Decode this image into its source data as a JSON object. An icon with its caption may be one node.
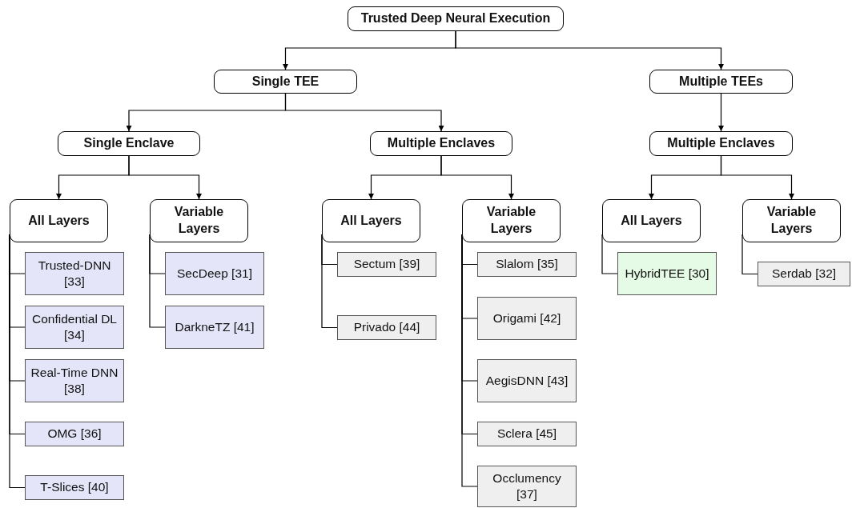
{
  "diagram": {
    "nodes": [
      {
        "text": [
          "Trusted Deep Neural Execution"
        ]
      },
      {
        "text": [
          "Single TEE"
        ]
      },
      {
        "text": [
          "Multiple TEEs"
        ]
      },
      {
        "text": [
          "Single Enclave"
        ]
      },
      {
        "text": [
          "Multiple Enclaves"
        ]
      },
      {
        "text": [
          "Multiple Enclaves"
        ]
      },
      {
        "text": [
          "All Layers"
        ]
      },
      {
        "text": [
          "Variable Layers"
        ]
      },
      {
        "text": [
          "Trusted-DNN [33]"
        ]
      },
      {
        "text": [
          "Confidential DL [34]"
        ]
      },
      {
        "text": [
          "Real-Time DNN [38]"
        ]
      },
      {
        "text": [
          "OMG [36]"
        ]
      },
      {
        "text": [
          "T-Slices [40]"
        ]
      },
      {
        "text": [
          "SecDeep [31]"
        ]
      },
      {
        "text": [
          "DarkneTZ [41]"
        ]
      },
      {
        "text": [
          "All Layers"
        ]
      },
      {
        "text": [
          "Variable Layers"
        ]
      },
      {
        "text": [
          "Sectum [39]"
        ]
      },
      {
        "text": [
          "Privado [44]"
        ]
      },
      {
        "text": [
          "Slalom [35]"
        ]
      },
      {
        "text": [
          "Origami [42]"
        ]
      },
      {
        "text": [
          "AegisDNN [43]"
        ]
      },
      {
        "text": [
          "Sclera [45]"
        ]
      },
      {
        "text": [
          "Occlumency [37]"
        ]
      },
      {
        "text": [
          "All Layers"
        ]
      },
      {
        "text": [
          "Variable Layers"
        ]
      },
      {
        "text": [
          "HybridTEE [30]"
        ]
      },
      {
        "text": [
          "Serdab [32]"
        ]
      }
    ],
    "edges": [
      {
        "from": 0,
        "to": 1,
        "arrow": "to"
      },
      {
        "from": 0,
        "to": 2,
        "arrow": "to"
      },
      {
        "from": 1,
        "to": 3,
        "arrow": "to"
      },
      {
        "from": 1,
        "to": 4,
        "arrow": "to"
      },
      {
        "from": 2,
        "to": 5,
        "arrow": "to"
      },
      {
        "from": 3,
        "to": 6,
        "arrow": "to"
      },
      {
        "from": 3,
        "to": 7,
        "arrow": "to"
      },
      {
        "from": 4,
        "to": 15,
        "arrow": "to"
      },
      {
        "from": 4,
        "to": 16,
        "arrow": "to"
      },
      {
        "from": 5,
        "to": 24,
        "arrow": "to"
      },
      {
        "from": 5,
        "to": 25,
        "arrow": "to"
      },
      {
        "from": 6,
        "to": 8,
        "arrow": "none"
      },
      {
        "from": 6,
        "to": 9,
        "arrow": "none"
      },
      {
        "from": 6,
        "to": 10,
        "arrow": "none"
      },
      {
        "from": 6,
        "to": 11,
        "arrow": "none"
      },
      {
        "from": 6,
        "to": 12,
        "arrow": "none"
      },
      {
        "from": 7,
        "to": 13,
        "arrow": "none"
      },
      {
        "from": 7,
        "to": 14,
        "arrow": "none"
      },
      {
        "from": 15,
        "to": 17,
        "arrow": "none"
      },
      {
        "from": 15,
        "to": 18,
        "arrow": "none"
      },
      {
        "from": 16,
        "to": 19,
        "arrow": "none"
      },
      {
        "from": 16,
        "to": 20,
        "arrow": "none"
      },
      {
        "from": 16,
        "to": 21,
        "arrow": "none"
      },
      {
        "from": 16,
        "to": 22,
        "arrow": "none"
      },
      {
        "from": 16,
        "to": 23,
        "arrow": "none"
      },
      {
        "from": 24,
        "to": 26,
        "arrow": "none"
      },
      {
        "from": 25,
        "to": 27,
        "arrow": "none"
      }
    ]
  }
}
